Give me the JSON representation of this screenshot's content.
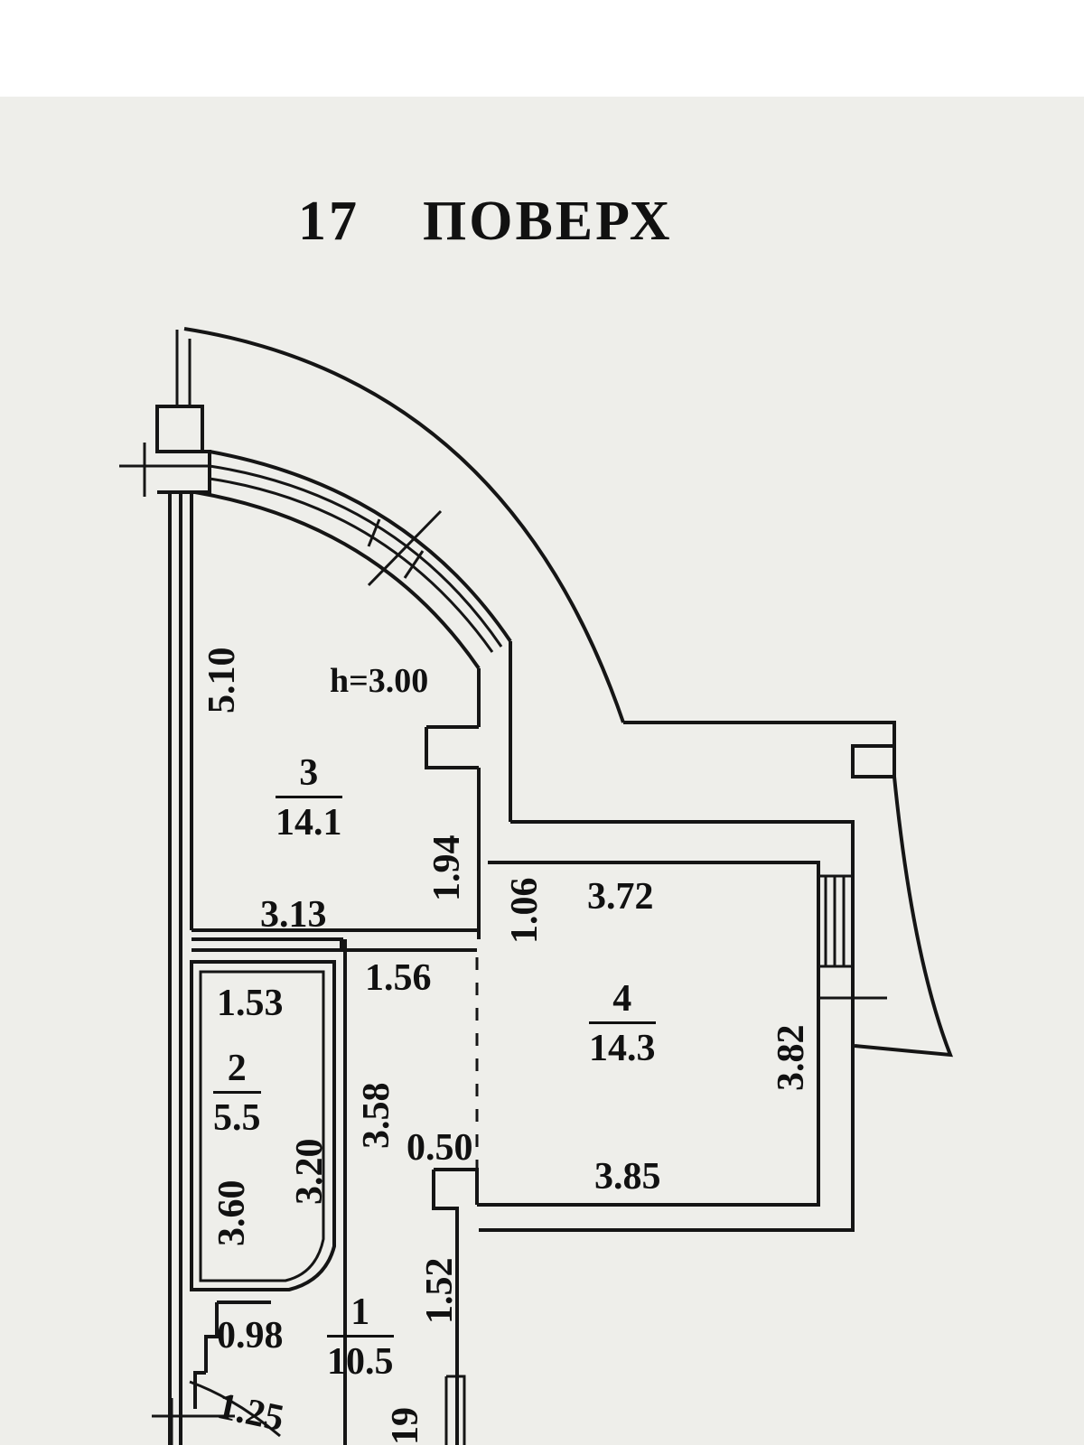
{
  "title": {
    "number": "17",
    "word": "ПОВЕРХ"
  },
  "ceiling_height": "h=3.00",
  "rooms": [
    {
      "number": "3",
      "area": "14.1"
    },
    {
      "number": "4",
      "area": "14.3"
    },
    {
      "number": "2",
      "area": "5.5"
    },
    {
      "number": "1",
      "area": "10.5"
    }
  ],
  "dimensions": {
    "room3_height": "5.10",
    "room3_width": "3.13",
    "room3_recess": "1.94",
    "room4_left": "1.06",
    "room4_top": "3.72",
    "room4_right": "3.82",
    "room4_bottom": "3.85",
    "room2_top": "1.53",
    "room2_left": "3.60",
    "room2_right": "3.20",
    "hall_top": "1.56",
    "hall_side": "3.58",
    "hall_gap": "0.50",
    "hall_lower": "1.52",
    "entry_a": "0.98",
    "entry_b": "1.25",
    "bottom_cut": "19"
  }
}
